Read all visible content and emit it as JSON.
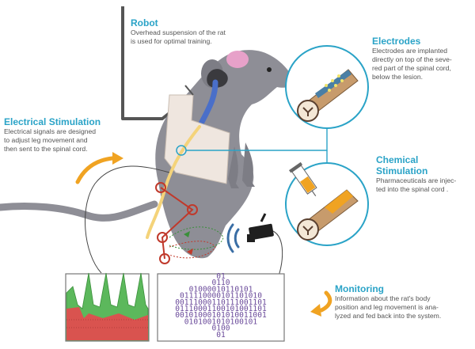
{
  "labels": {
    "robot": {
      "title": "Robot",
      "lines": [
        "Overhead suspension of the rat",
        "is used for optimal training."
      ]
    },
    "electrodes": {
      "title": "Electrodes",
      "lines": [
        "Electrodes are implanted",
        "directly on top of the seve-",
        "red part of the spinal cord,",
        "below the lesion."
      ]
    },
    "electrical": {
      "title": "Electrical Stimulation",
      "lines": [
        "Electrical signals are designed",
        "to adjust leg movement  and",
        "then sent to the spinal cord."
      ]
    },
    "chemical": {
      "title": "Chemical Stimulation",
      "lines": [
        "Pharmaceuticals  are  injec-",
        "ted into the spinal cord ."
      ]
    },
    "monitoring": {
      "title": "Monitoring",
      "lines": [
        "Information about the rat's body",
        "position and leg movement is ana-",
        "lyzed and fed back into the system."
      ]
    }
  },
  "binary_rows": [
    "01",
    "0110",
    "01000010110101",
    "011110000101101010",
    "00111000110111001101",
    "01110001100101001101",
    "00101000101010011001",
    "0101001010100101",
    "0100",
    "01"
  ],
  "colors": {
    "accent": "#2aa3c7",
    "arrow": "#f0a322",
    "skeleton": "#c0392b",
    "wave_red": "#d9534f",
    "wave_green": "#5cb85c",
    "binary": "#6a4a9a"
  }
}
